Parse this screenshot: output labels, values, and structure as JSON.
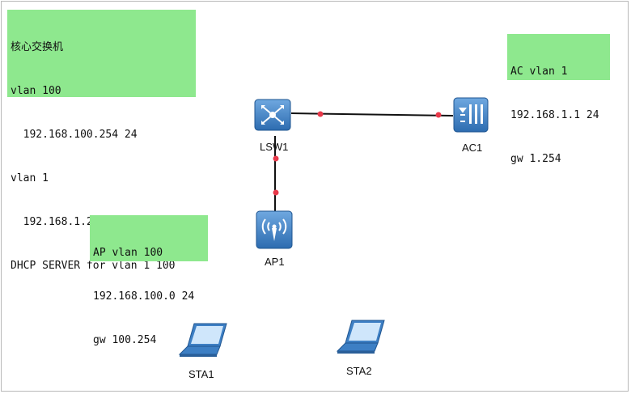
{
  "notes": {
    "core_switch": {
      "lines": [
        "核心交换机",
        "vlan 100",
        "  192.168.100.254 24",
        "vlan 1",
        "  192.168.1.254 24",
        "DHCP SERVER for vlan 1 100"
      ]
    },
    "ac": {
      "lines": [
        "AC vlan 1",
        "192.168.1.1 24",
        "gw 1.254"
      ]
    },
    "ap": {
      "lines": [
        "AP vlan 100",
        "192.168.100.0 24",
        "gw 100.254"
      ]
    }
  },
  "devices": {
    "lsw1": {
      "label": "LSW1",
      "icon": "switch-icon"
    },
    "ac1": {
      "label": "AC1",
      "icon": "access-controller-icon"
    },
    "ap1": {
      "label": "AP1",
      "icon": "access-point-icon"
    },
    "sta1": {
      "label": "STA1",
      "icon": "laptop-icon"
    },
    "sta2": {
      "label": "STA2",
      "icon": "laptop-icon"
    }
  },
  "colors": {
    "note_bg": "#8ee88e",
    "device_blue": "#3d7fc4",
    "link": "#111111",
    "port": "#e8394a"
  }
}
